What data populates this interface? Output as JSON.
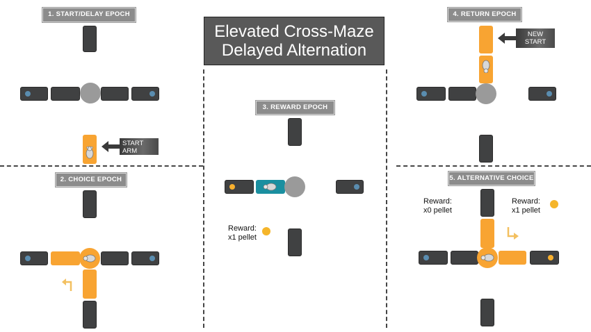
{
  "title": {
    "line1": "Elevated Cross-Maze",
    "line2": "Delayed Alternation"
  },
  "panels": {
    "start_delay": {
      "label": "1. START/DELAY EPOCH",
      "callout": "START\nARM"
    },
    "choice": {
      "label": "2. CHOICE  EPOCH"
    },
    "reward": {
      "label": "3. REWARD EPOCH",
      "reward_text": "Reward:\nx1 pellet"
    },
    "return": {
      "label": "4. RETURN  EPOCH",
      "callout": "NEW\nSTART"
    },
    "alternative": {
      "label": "5. ALTERNATIVE CHOICE",
      "reward_left": "Reward:\nx0 pellet",
      "reward_right": "Reward:\nx1 pellet"
    }
  },
  "icons": {
    "mouse": "mouse-icon",
    "arrow": "left-arrow-icon",
    "turn": "turn-arrow-icon",
    "pellet": "food-pellet-icon"
  },
  "colors": {
    "arm_dark": "#404142",
    "arm_active": "#f8a432",
    "arm_reward": "#1a8fa0",
    "hub": "#9a9a9a",
    "well": "#5a8db0",
    "pellet": "#f5b52a",
    "label_bg": "#8c8c8c"
  }
}
